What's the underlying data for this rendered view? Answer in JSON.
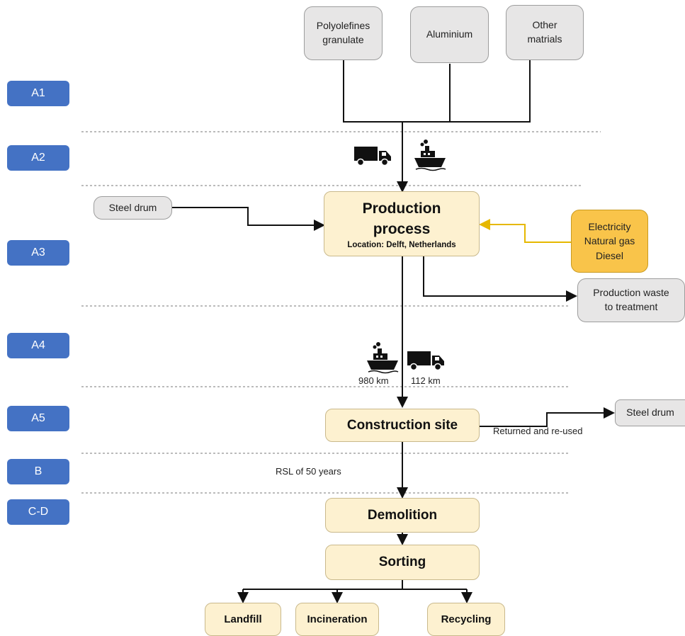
{
  "stages": [
    "A1",
    "A2",
    "A3",
    "A4",
    "A5",
    "B",
    "C-D"
  ],
  "inputs": {
    "polyolefines": "Polyolefines\ngranulate",
    "aluminium": "Aluminium",
    "other": "Other\nmatrials"
  },
  "steel_drum_in": "Steel drum",
  "production": {
    "title": "Production\nprocess",
    "location": "Location: Delft, Netherlands"
  },
  "energy": "Electricity\nNatural gas\nDiesel",
  "waste": "Production waste\nto treatment",
  "transport_a4": {
    "ship_km": "980 km",
    "truck_km": "112 km"
  },
  "construction_site": "Construction site",
  "returned_label": "Returned and re-used",
  "steel_drum_out": "Steel drum",
  "rsl": "RSL of 50 years",
  "demolition": "Demolition",
  "sorting": "Sorting",
  "end_of_life": [
    "Landfill",
    "Incineration",
    "Recycling"
  ],
  "colors": {
    "stage_blue": "#4472c4",
    "process_fill": "#fdf1d0",
    "energy_fill": "#f9c44a",
    "energy_line": "#e6b800"
  }
}
